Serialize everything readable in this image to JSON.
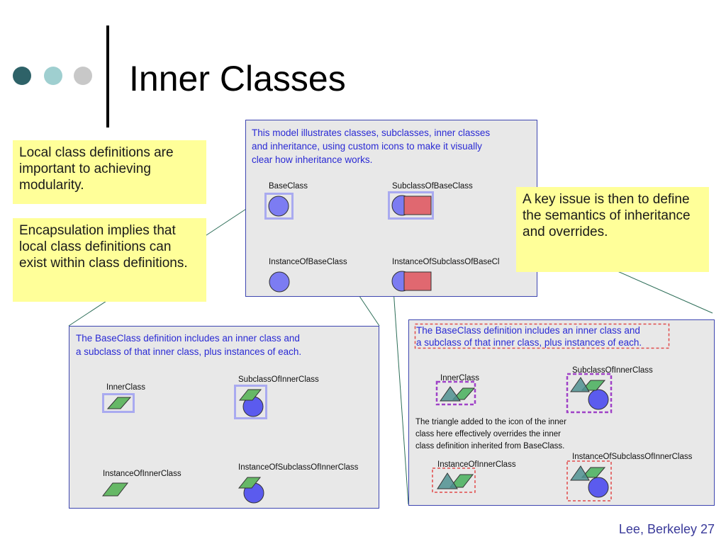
{
  "slide": {
    "title": "Inner Classes",
    "footer": "Lee, Berkeley 27",
    "colors": {
      "dot1": "#2e6268",
      "dot2": "#9fcfd0",
      "dot3": "#c8c8c8",
      "note_bg": "#ffff99",
      "desc_text": "#2a2ad4"
    }
  },
  "notes": {
    "modularity": "Local class definitions are important to achieving modularity.",
    "encapsulation": "Encapsulation implies that local class definitions can exist within class definitions.",
    "key_issue": "A key issue is then to define the semantics of inheritance and overrides."
  },
  "top_panel": {
    "desc_lines": [
      "This model illustrates classes, subclasses, inner classes",
      "and inheritance, using custom icons to make it visually",
      "clear how inheritance works."
    ],
    "labels": {
      "base_class": "BaseClass",
      "subclass": "SubclassOfBaseClass",
      "instance_base": "InstanceOfBaseClass",
      "instance_subclass": "InstanceOfSubclassOfBaseCl"
    }
  },
  "left_panel": {
    "desc_lines": [
      "The BaseClass definition includes an inner class and",
      "a subclass of that inner class, plus instances of each."
    ],
    "labels": {
      "inner_class": "InnerClass",
      "subclass_inner": "SubclassOfInnerClass",
      "instance_inner": "InstanceOfInnerClass",
      "instance_subclass_inner": "InstanceOfSubclassOfInnerClass"
    }
  },
  "right_panel": {
    "desc_lines": [
      "The BaseClass definition includes an inner class and",
      "a subclass of that inner class, plus instances of each."
    ],
    "labels": {
      "inner_class": "InnerClass",
      "subclass_inner": "SubclassOfInnerClass",
      "instance_inner": "InstanceOfInnerClass",
      "instance_subclass_inner": "InstanceOfSubclassOfInnerClass"
    },
    "override_note_lines": [
      "The triangle added to the icon of the inner",
      "class here effectively overrides the inner",
      "class definition inherited from BaseClass."
    ]
  }
}
